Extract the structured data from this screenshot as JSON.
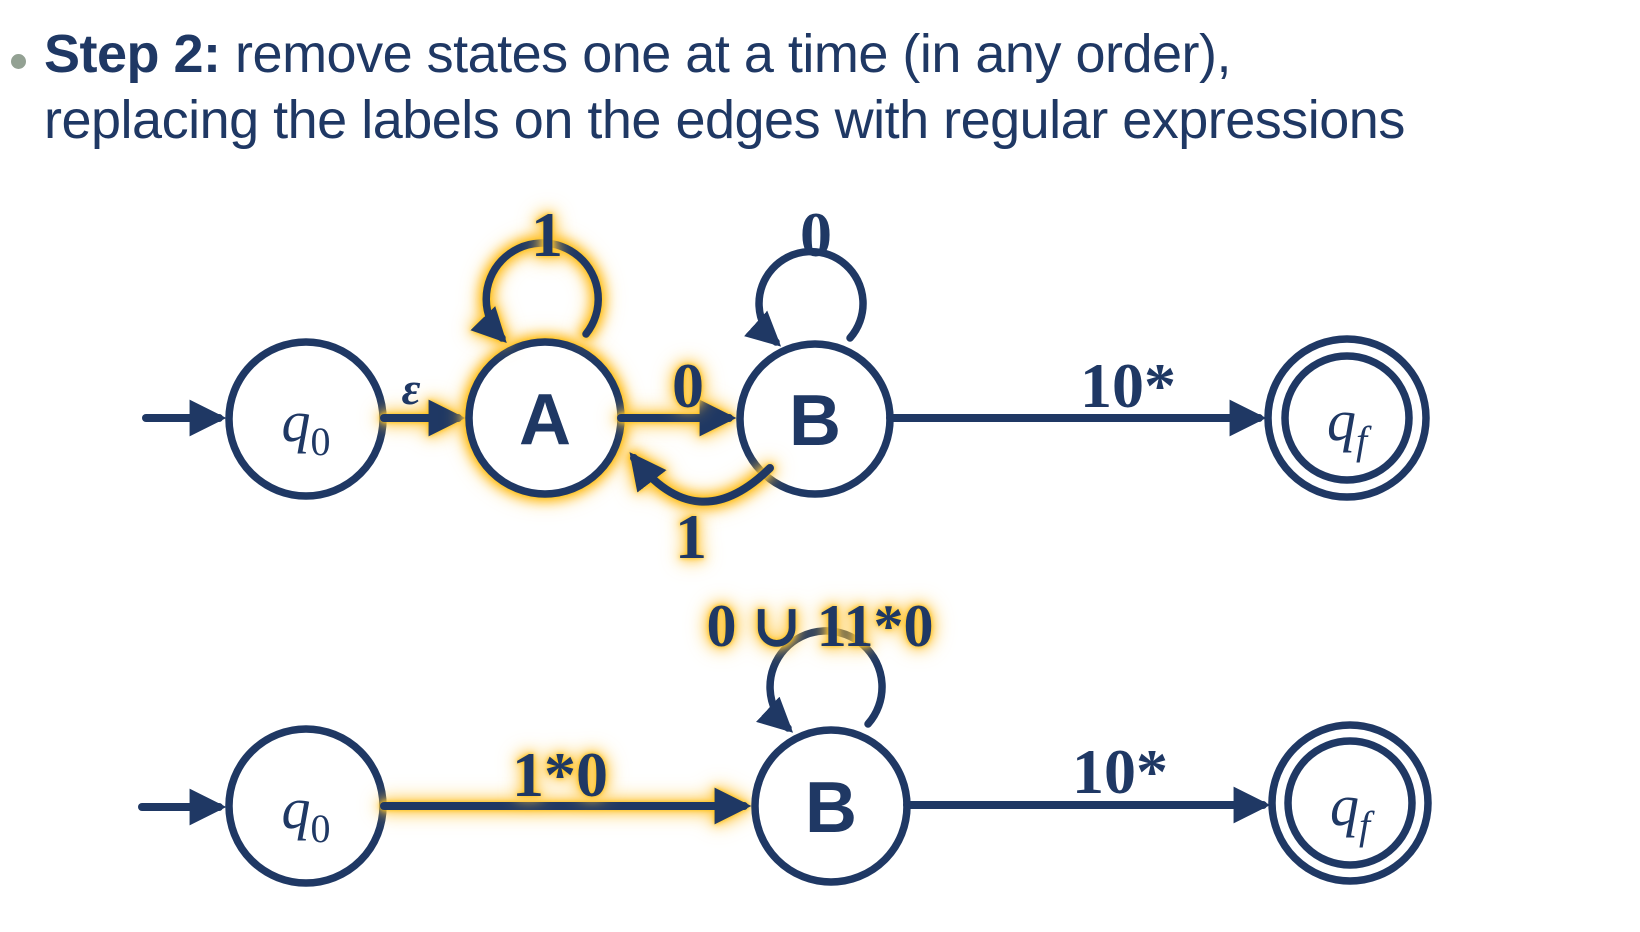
{
  "colors": {
    "navy": "#1F3864",
    "highlight_gold": "#FFC000",
    "highlight_soft": "#FFD166",
    "bullet_gray": "#93A193",
    "background": "#FFFFFF"
  },
  "title": {
    "step_label": "Step 2:",
    "line1_rest": " remove states one at a time (in any order),",
    "line2": "replacing the labels on the edges with regular expressions"
  },
  "top_diagram": {
    "states": [
      {
        "name": "q0",
        "main": "q",
        "sub": "0",
        "type": "start",
        "highlighted": false
      },
      {
        "name": "A",
        "label": "A",
        "type": "normal",
        "highlighted": true
      },
      {
        "name": "B",
        "label": "B",
        "type": "normal",
        "highlighted": false
      },
      {
        "name": "qf",
        "main": "q",
        "sub": "f",
        "type": "accept",
        "highlighted": false
      }
    ],
    "edges": {
      "q0_to_A": {
        "label": "ε",
        "highlighted": true
      },
      "A_self": {
        "label": "1",
        "highlighted": true
      },
      "A_to_B": {
        "label": "0",
        "highlighted": true
      },
      "B_self": {
        "label": "0",
        "highlighted": false
      },
      "B_to_A": {
        "label": "1",
        "highlighted": true
      },
      "B_to_qf": {
        "label": "10*",
        "highlighted": false
      }
    }
  },
  "bottom_diagram": {
    "states": [
      {
        "name": "q0",
        "main": "q",
        "sub": "0",
        "type": "start",
        "highlighted": false
      },
      {
        "name": "B",
        "label": "B",
        "type": "normal",
        "highlighted": false
      },
      {
        "name": "qf",
        "main": "q",
        "sub": "f",
        "type": "accept",
        "highlighted": false
      }
    ],
    "edges": {
      "q0_to_B": {
        "label": "1*0",
        "highlighted": true
      },
      "B_self": {
        "label": "0 ∪ 11*0",
        "highlighted": true
      },
      "B_to_qf": {
        "label": "10*",
        "highlighted": false
      }
    }
  }
}
